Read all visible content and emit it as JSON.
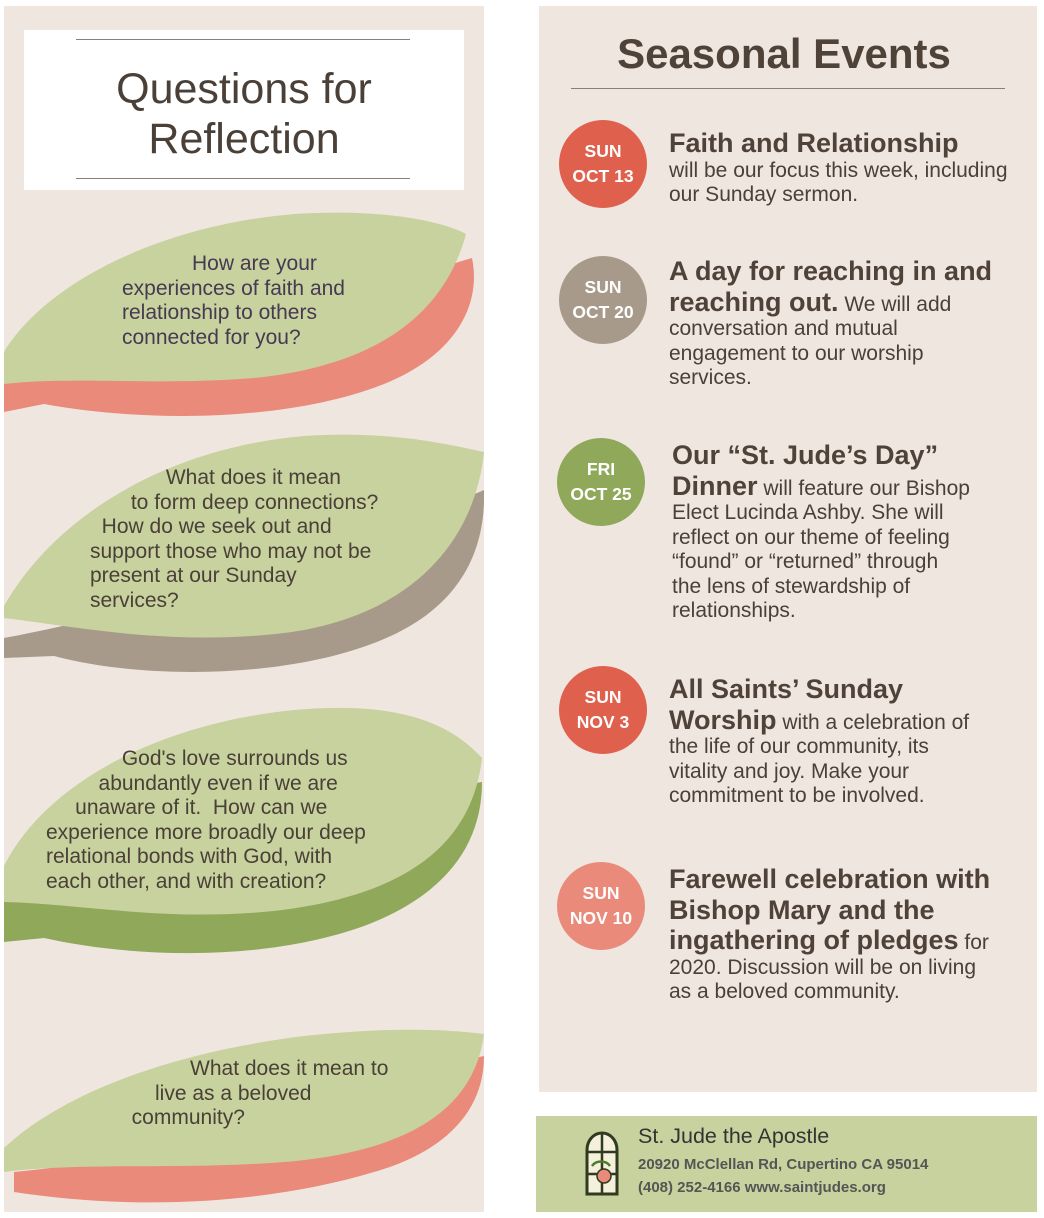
{
  "reflection": {
    "title_line1": "Questions for",
    "title_line2": "Reflection",
    "questions": [
      {
        "text": "            How are your\nexperiences of faith and\nrelationship to others\nconnected for you?",
        "color": "#c8d29e",
        "shadow": "#e98a7a"
      },
      {
        "text": "             What does it mean\n       to form deep connections?\n  How do we seek out and\nsupport those who may not be\npresent at our Sunday\nservices?",
        "color": "#c8d29e",
        "shadow": "#a89a8a"
      },
      {
        "text": "             God's love surrounds us\n         abundantly even if we are\n     unaware of it.  How can we\nexperience more broadly our deep\nrelational bonds with God, with\neach other, and with creation?",
        "color": "#c8d29e",
        "shadow": "#8fa85a"
      },
      {
        "text": "            What does it mean to\n      live as a beloved\n  community?",
        "color": "#c8d29e",
        "shadow": "#e98a7a"
      }
    ]
  },
  "events": {
    "title": "Seasonal Events",
    "items": [
      {
        "day": "SUN",
        "date": "OCT 13",
        "color": "#e0604e",
        "headline": "Faith and Relationship",
        "body": "will be our focus this week, including our Sunday sermon."
      },
      {
        "day": "SUN",
        "date": "OCT 20",
        "color": "#a89a8a",
        "headline": "A day for reaching in and reaching out.",
        "body": "We will add conversation and mutual engagement to our worship services."
      },
      {
        "day": "FRI",
        "date": "OCT 25",
        "color": "#8fa85a",
        "headline": "Our “St. Jude’s Day” Dinner",
        "body": "will feature our Bishop Elect Lucinda Ashby. She will reflect on our theme of feeling “found” or “returned”  through the lens of stewardship of relationships."
      },
      {
        "day": "SUN",
        "date": "NOV 3",
        "color": "#e0604e",
        "headline": "All Saints’ Sunday Worship",
        "body": "with a celebration of the life of our community, its vitality and joy. Make your commitment to be involved."
      },
      {
        "day": "SUN",
        "date": "NOV 10",
        "color": "#e98a7a",
        "headline": "Farewell celebration with Bishop Mary and the ingathering of pledges",
        "body": "for 2020. Discussion will be on living as a beloved community."
      }
    ]
  },
  "footer": {
    "logo_icon": "church-window-icon",
    "name": "St. Jude the Apostle",
    "address": "20920 McClellan Rd, Cupertino CA 95014",
    "contact": "(408) 252-4166  www.saintjudes.org"
  }
}
